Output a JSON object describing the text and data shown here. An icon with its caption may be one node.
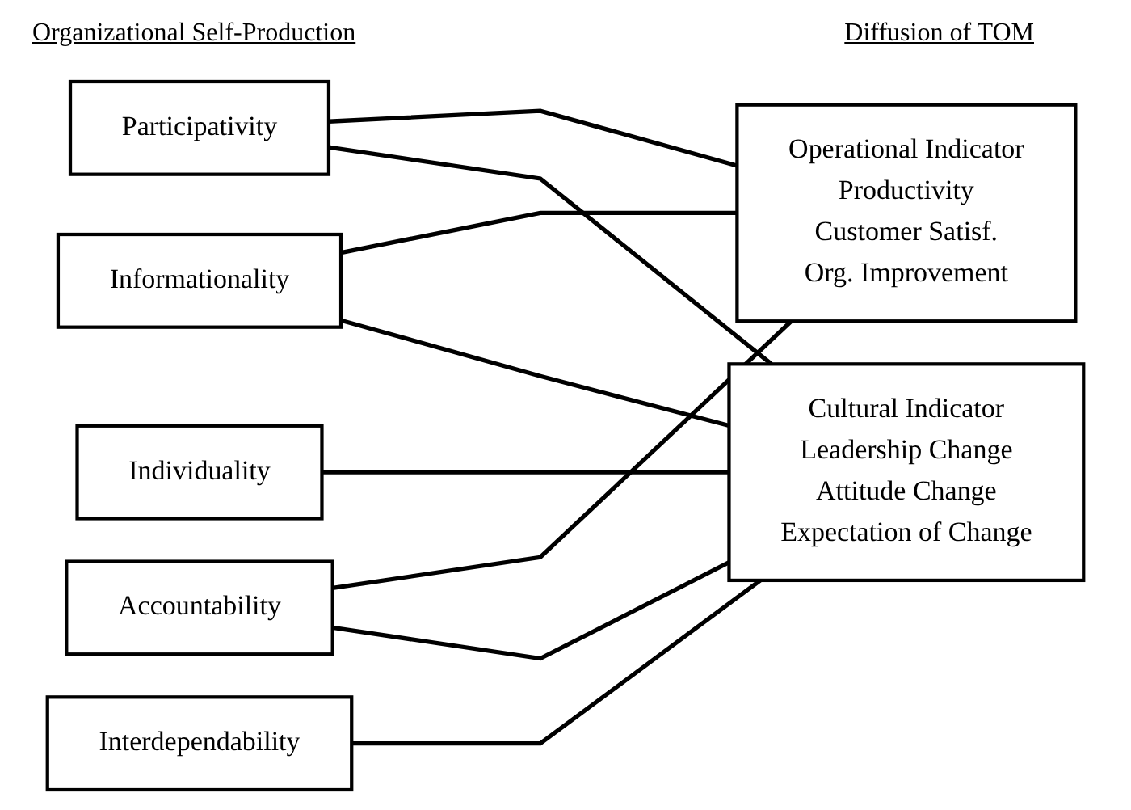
{
  "diagram": {
    "nodes": [
      {
        "text": [
          "Participativity"
        ]
      },
      {
        "text": [
          "Individuality"
        ]
      },
      {
        "text": [
          "Interdependability"
        ]
      },
      {
        "text": [
          "Informationality"
        ]
      },
      {
        "text": [
          "Accountability"
        ]
      },
      {
        "text": [
          "Operational Indicator",
          "Productivity",
          "Customer Satisf.",
          "Org. Improvement"
        ]
      },
      {
        "text": [
          "Cultural Indicator",
          "Leadership Change",
          "Attitude Change",
          "Expectation of Change"
        ]
      }
    ],
    "edges": [
      {
        "from": 0,
        "to": 5,
        "arrow": "none"
      },
      {
        "from": 0,
        "to": 6,
        "arrow": "none"
      },
      {
        "from": 1,
        "to": 6,
        "arrow": "none"
      },
      {
        "from": 2,
        "to": 6,
        "arrow": "none"
      },
      {
        "from": 3,
        "to": 5,
        "arrow": "none"
      },
      {
        "from": 3,
        "to": 6,
        "arrow": "none"
      },
      {
        "from": 4,
        "to": 5,
        "arrow": "none"
      },
      {
        "from": 4,
        "to": 6,
        "arrow": "none"
      }
    ],
    "labels": [
      "Organizational Self-Production",
      "Diffusion of TOM"
    ]
  }
}
